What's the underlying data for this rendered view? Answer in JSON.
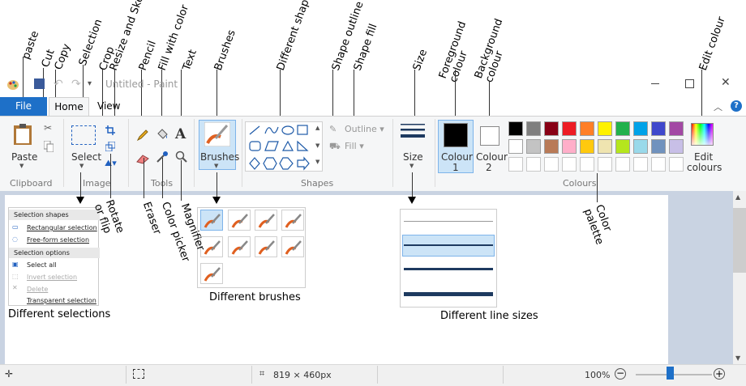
{
  "annotations": {
    "paste": "paste",
    "cut": "Cut",
    "copy": "Copy",
    "selection": "Selection",
    "crop": "Crop",
    "resize": "Resize and Skew",
    "pencil": "Pencil",
    "fill": "Fill with color",
    "text": "Text",
    "brushes": "Brushes",
    "shapes": "Different shapes",
    "outline": "Shape outline",
    "shapefill": "Shape fill",
    "size": "Size",
    "fg": "Foreground colour",
    "bg": "Background colour",
    "edit": "Edit colour",
    "rotate": "Rotate or flip",
    "eraser": "Eraser",
    "picker": "Color picker",
    "magnifier": "Magnifier",
    "palette": "Color palette"
  },
  "window": {
    "title": "Untitled - Paint"
  },
  "tabs": {
    "file": "File",
    "home": "Home",
    "view": "View"
  },
  "clipboard": {
    "paste": "Paste",
    "group": "Clipboard"
  },
  "image": {
    "select": "Select",
    "group": "Image"
  },
  "tools": {
    "group": "Tools"
  },
  "brushes": {
    "label": "Brushes"
  },
  "shapes": {
    "outline": "Outline",
    "fill": "Fill",
    "group": "Shapes"
  },
  "size": {
    "label": "Size"
  },
  "colours": {
    "c1": "Colour",
    "c1n": "1",
    "c2": "Colour",
    "c2n": "2",
    "edit1": "Edit",
    "edit2": "colours",
    "group": "Colours",
    "row1": [
      "#000000",
      "#7f7f7f",
      "#880015",
      "#ed1c24",
      "#ff7f27",
      "#fff200",
      "#22b14c",
      "#00a2e8",
      "#3f48cc",
      "#a349a4"
    ],
    "row2": [
      "#ffffff",
      "#c3c3c3",
      "#b97a57",
      "#ffaec9",
      "#ffc90e",
      "#efe4b0",
      "#b5e61d",
      "#99d9ea",
      "#7092be",
      "#c8bfe7"
    ],
    "row3": [
      "#ffffff",
      "#ffffff",
      "#ffffff",
      "#ffffff",
      "#ffffff",
      "#ffffff",
      "#ffffff",
      "#ffffff",
      "#ffffff",
      "#ffffff"
    ]
  },
  "selmenu": {
    "h1": "Selection shapes",
    "rect": "Rectangular selection",
    "free": "Free-form selection",
    "h2": "Selection options",
    "all": "Select all",
    "invert": "Invert selection",
    "del": "Delete",
    "trans": "Transparent selection"
  },
  "captions": {
    "sel": "Different selections",
    "brush": "Different brushes",
    "lines": "Different line sizes"
  },
  "status": {
    "dims": "819 × 460px",
    "zoom": "100%"
  }
}
